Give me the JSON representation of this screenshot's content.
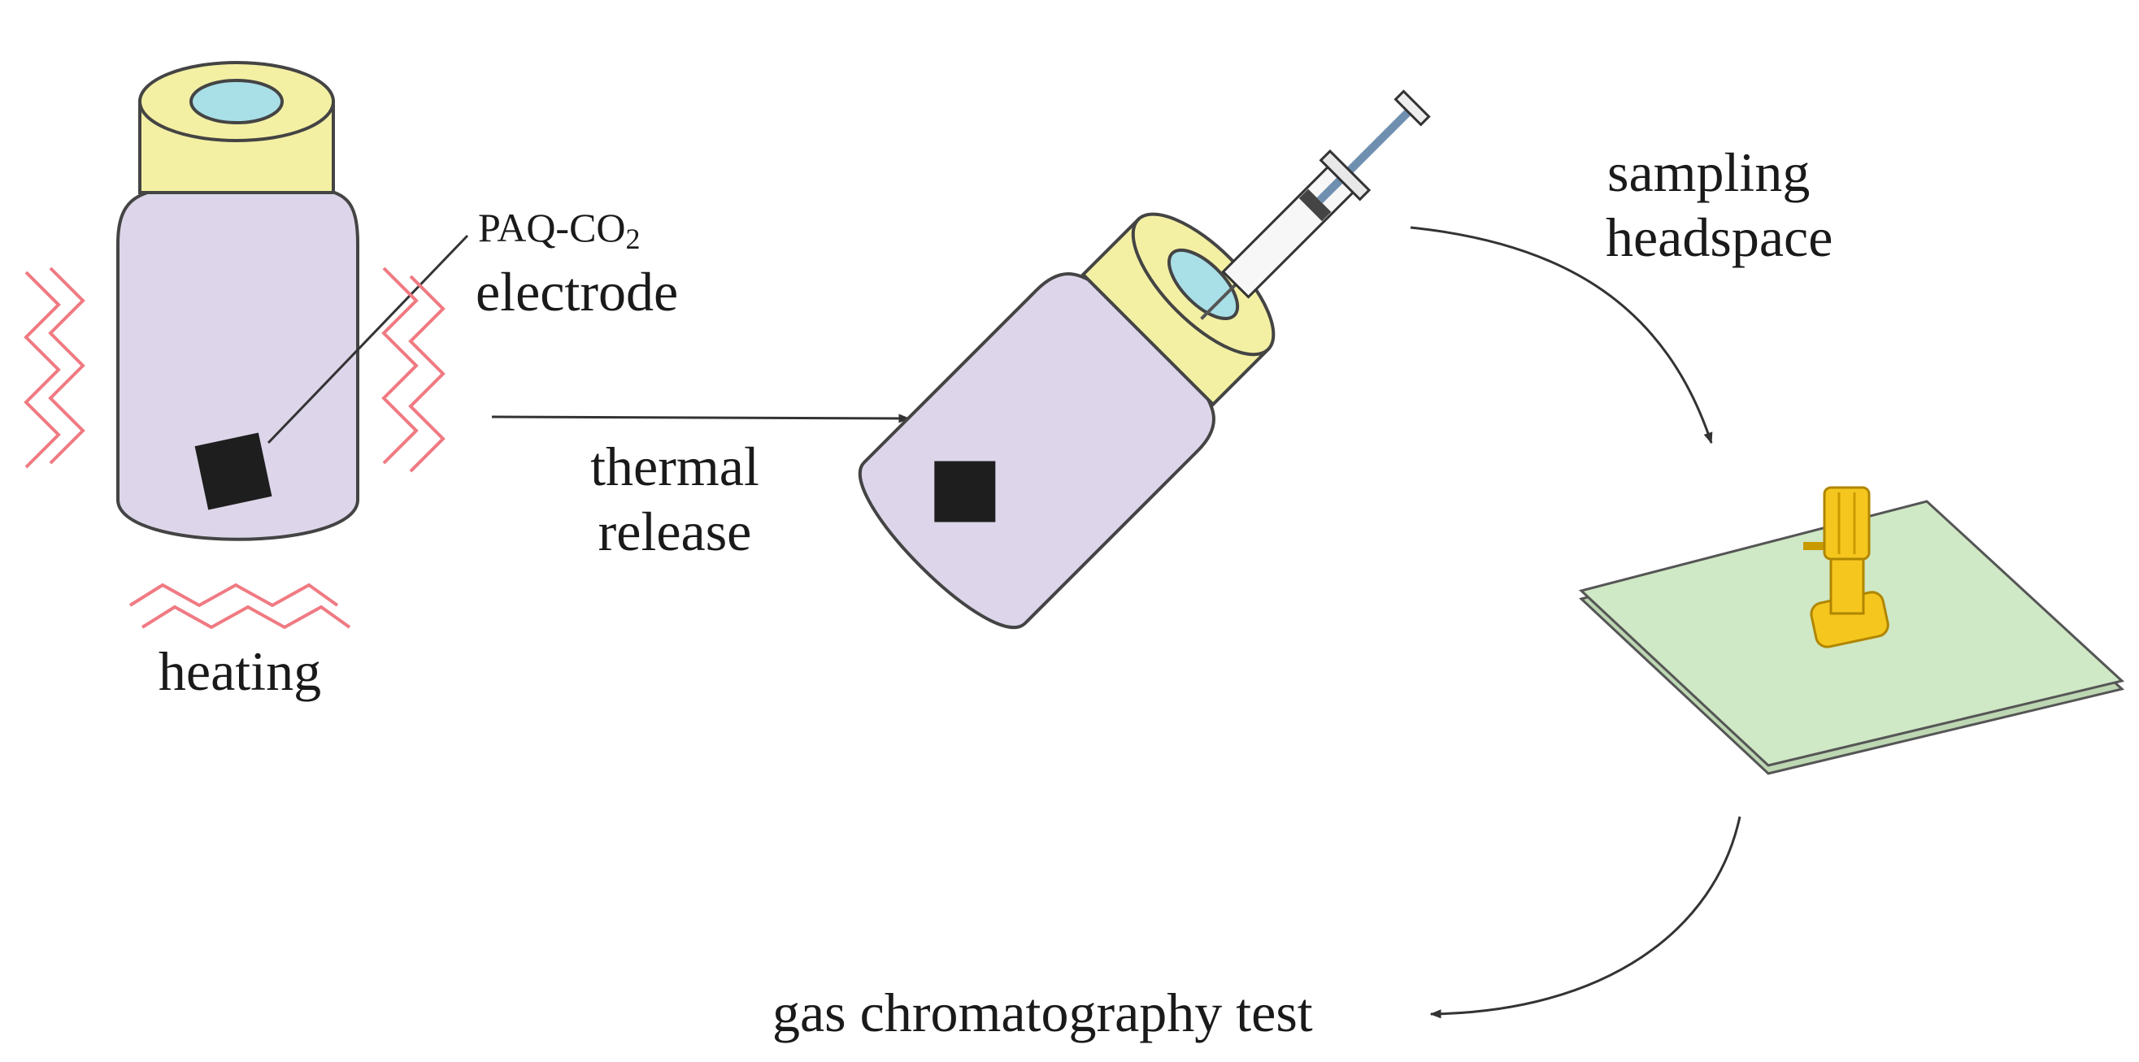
{
  "labels": {
    "electrode_formula": "PAQ-CO",
    "electrode_formula_sub": "2",
    "electrode_word": "electrode",
    "heating": "heating",
    "thermal_line1": "thermal",
    "thermal_line2": "release",
    "sampling_line1": "sampling",
    "sampling_line2": "headspace",
    "gc_test": "gas chromatography test"
  },
  "colors": {
    "vial_body": "#ddd6ea",
    "vial_outline": "#444444",
    "cap": "#f3f0a4",
    "cap_hole": "#a9dfe6",
    "electrode": "#1e1e1e",
    "heat_waves": "#f07a82",
    "plate": "#cfe8c5",
    "injector": "#f5c61e",
    "arrow": "#333333"
  }
}
